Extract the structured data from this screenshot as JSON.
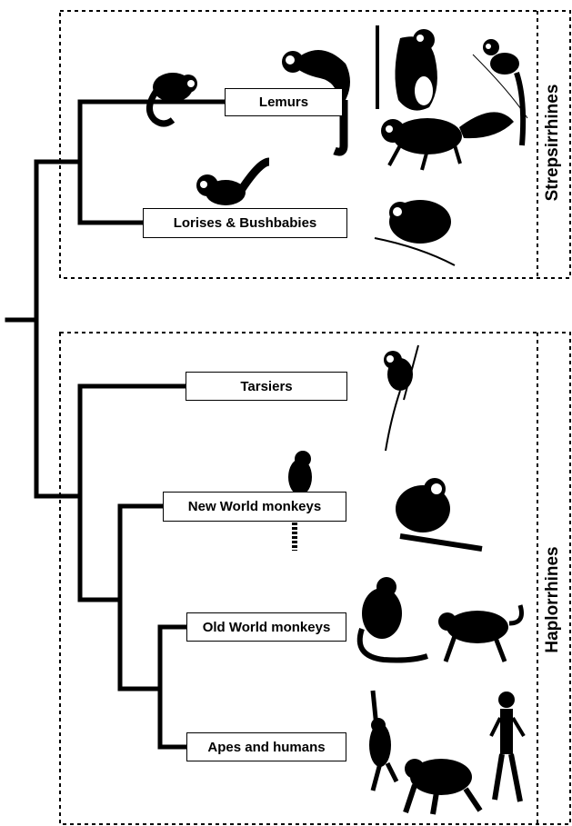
{
  "taxa": [
    {
      "key": "lemurs",
      "label": "Lemurs"
    },
    {
      "key": "lorises",
      "label": "Lorises & Bushbabies"
    },
    {
      "key": "tarsiers",
      "label": "Tarsiers"
    },
    {
      "key": "nwm",
      "label": "New World monkeys"
    },
    {
      "key": "owm",
      "label": "Old World monkeys"
    },
    {
      "key": "apes",
      "label": "Apes and humans"
    }
  ],
  "groups": {
    "strepsirrhines": "Strepsirrhines",
    "haplorrhines": "Haplorrhines"
  },
  "silhouettes": [
    "lemur-silhouette-icon",
    "ruffed-lemur-icon",
    "sifaka-icon",
    "aye-aye-icon",
    "mouse-lemur-icon",
    "bushbaby-icon",
    "loris-icon",
    "tarsier-icon",
    "marmoset-icon",
    "capuchin-icon",
    "colobus-icon",
    "baboon-icon",
    "gibbon-icon",
    "chimpanzee-icon",
    "human-icon"
  ],
  "colors": {
    "ink": "#000000",
    "paper": "#ffffff"
  }
}
